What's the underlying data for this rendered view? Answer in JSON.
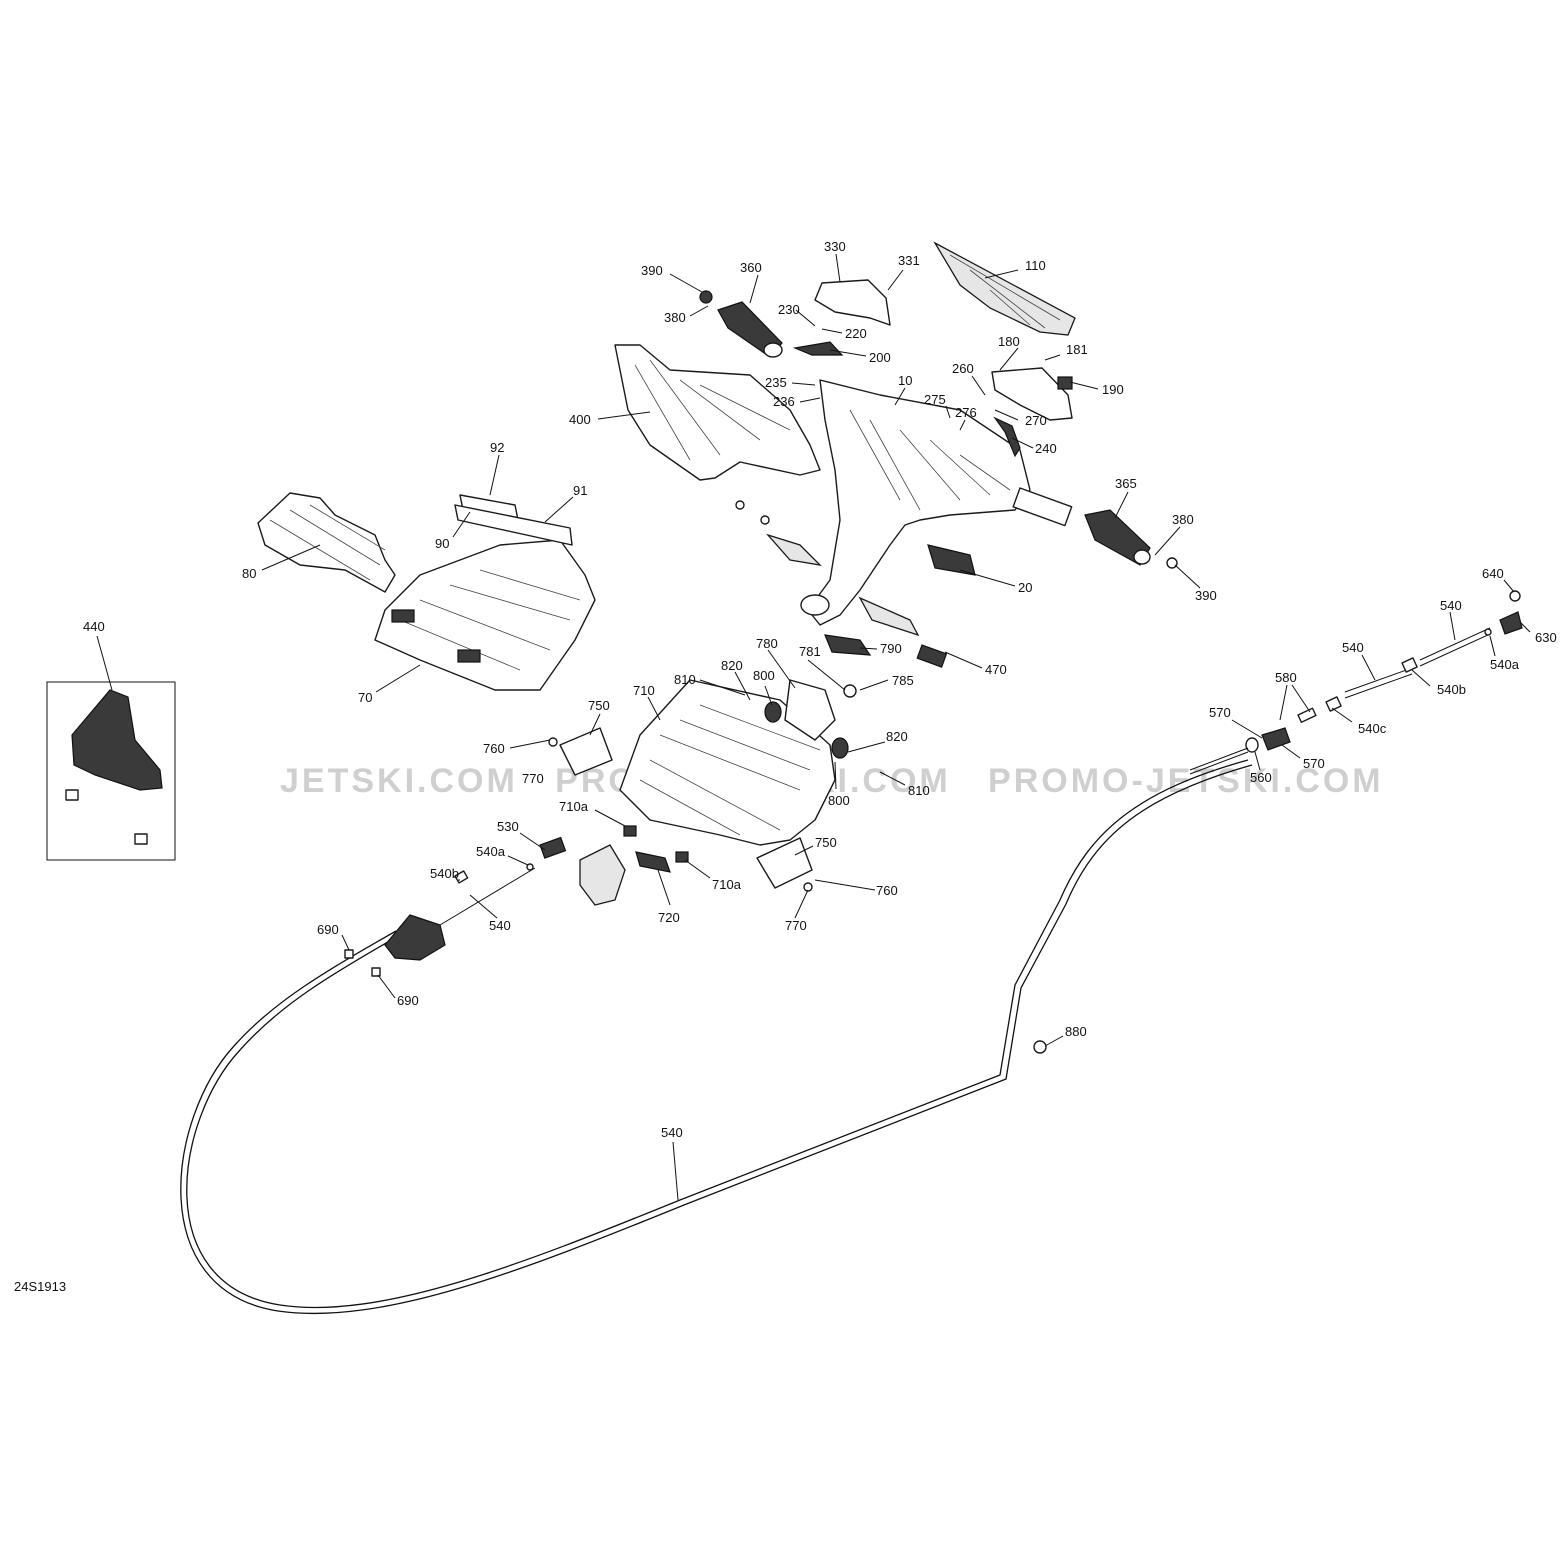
{
  "drawing_id": "24S1913",
  "watermark": "JETSKI.COM   PROMO-JETSKI.COM   PROMO-JETSKI.COM",
  "callouts": {
    "c390a": "390",
    "c360": "360",
    "c380a": "380",
    "c330": "330",
    "c331": "331",
    "c110": "110",
    "c230": "230",
    "c220": "220",
    "c200": "200",
    "c180": "180",
    "c181": "181",
    "c190": "190",
    "c235": "235",
    "c236": "236",
    "c10": "10",
    "c260": "260",
    "c275": "275",
    "c276": "276",
    "c270": "270",
    "c240": "240",
    "c400": "400",
    "c92": "92",
    "c91": "91",
    "c90": "90",
    "c80": "80",
    "c365": "365",
    "c380b": "380",
    "c390b": "390",
    "c20": "20",
    "c70": "70",
    "c440": "440",
    "c780": "780",
    "c790": "790",
    "c781": "781",
    "c785": "785",
    "c470": "470",
    "c810a": "810",
    "c820a": "820",
    "c800a": "800",
    "c710": "710",
    "c750a": "750",
    "c760a": "760",
    "c770a": "770",
    "c820b": "820",
    "c800b": "800",
    "c810b": "810",
    "c710a1": "710a",
    "c530": "530",
    "c540a1": "540a",
    "c540b1": "540b",
    "c540s1": "540",
    "c750b": "750",
    "c710a2": "710a",
    "c720": "720",
    "c760b": "760",
    "c770b": "770",
    "c690a": "690",
    "c690b": "690",
    "c640": "640",
    "c540s2": "540",
    "c630": "630",
    "c540a2": "540a",
    "c540s3": "540",
    "c540b2": "540b",
    "c580": "580",
    "c570a": "570",
    "c540c": "540c",
    "c560": "560",
    "c570b": "570",
    "c880": "880",
    "c540s4": "540"
  }
}
